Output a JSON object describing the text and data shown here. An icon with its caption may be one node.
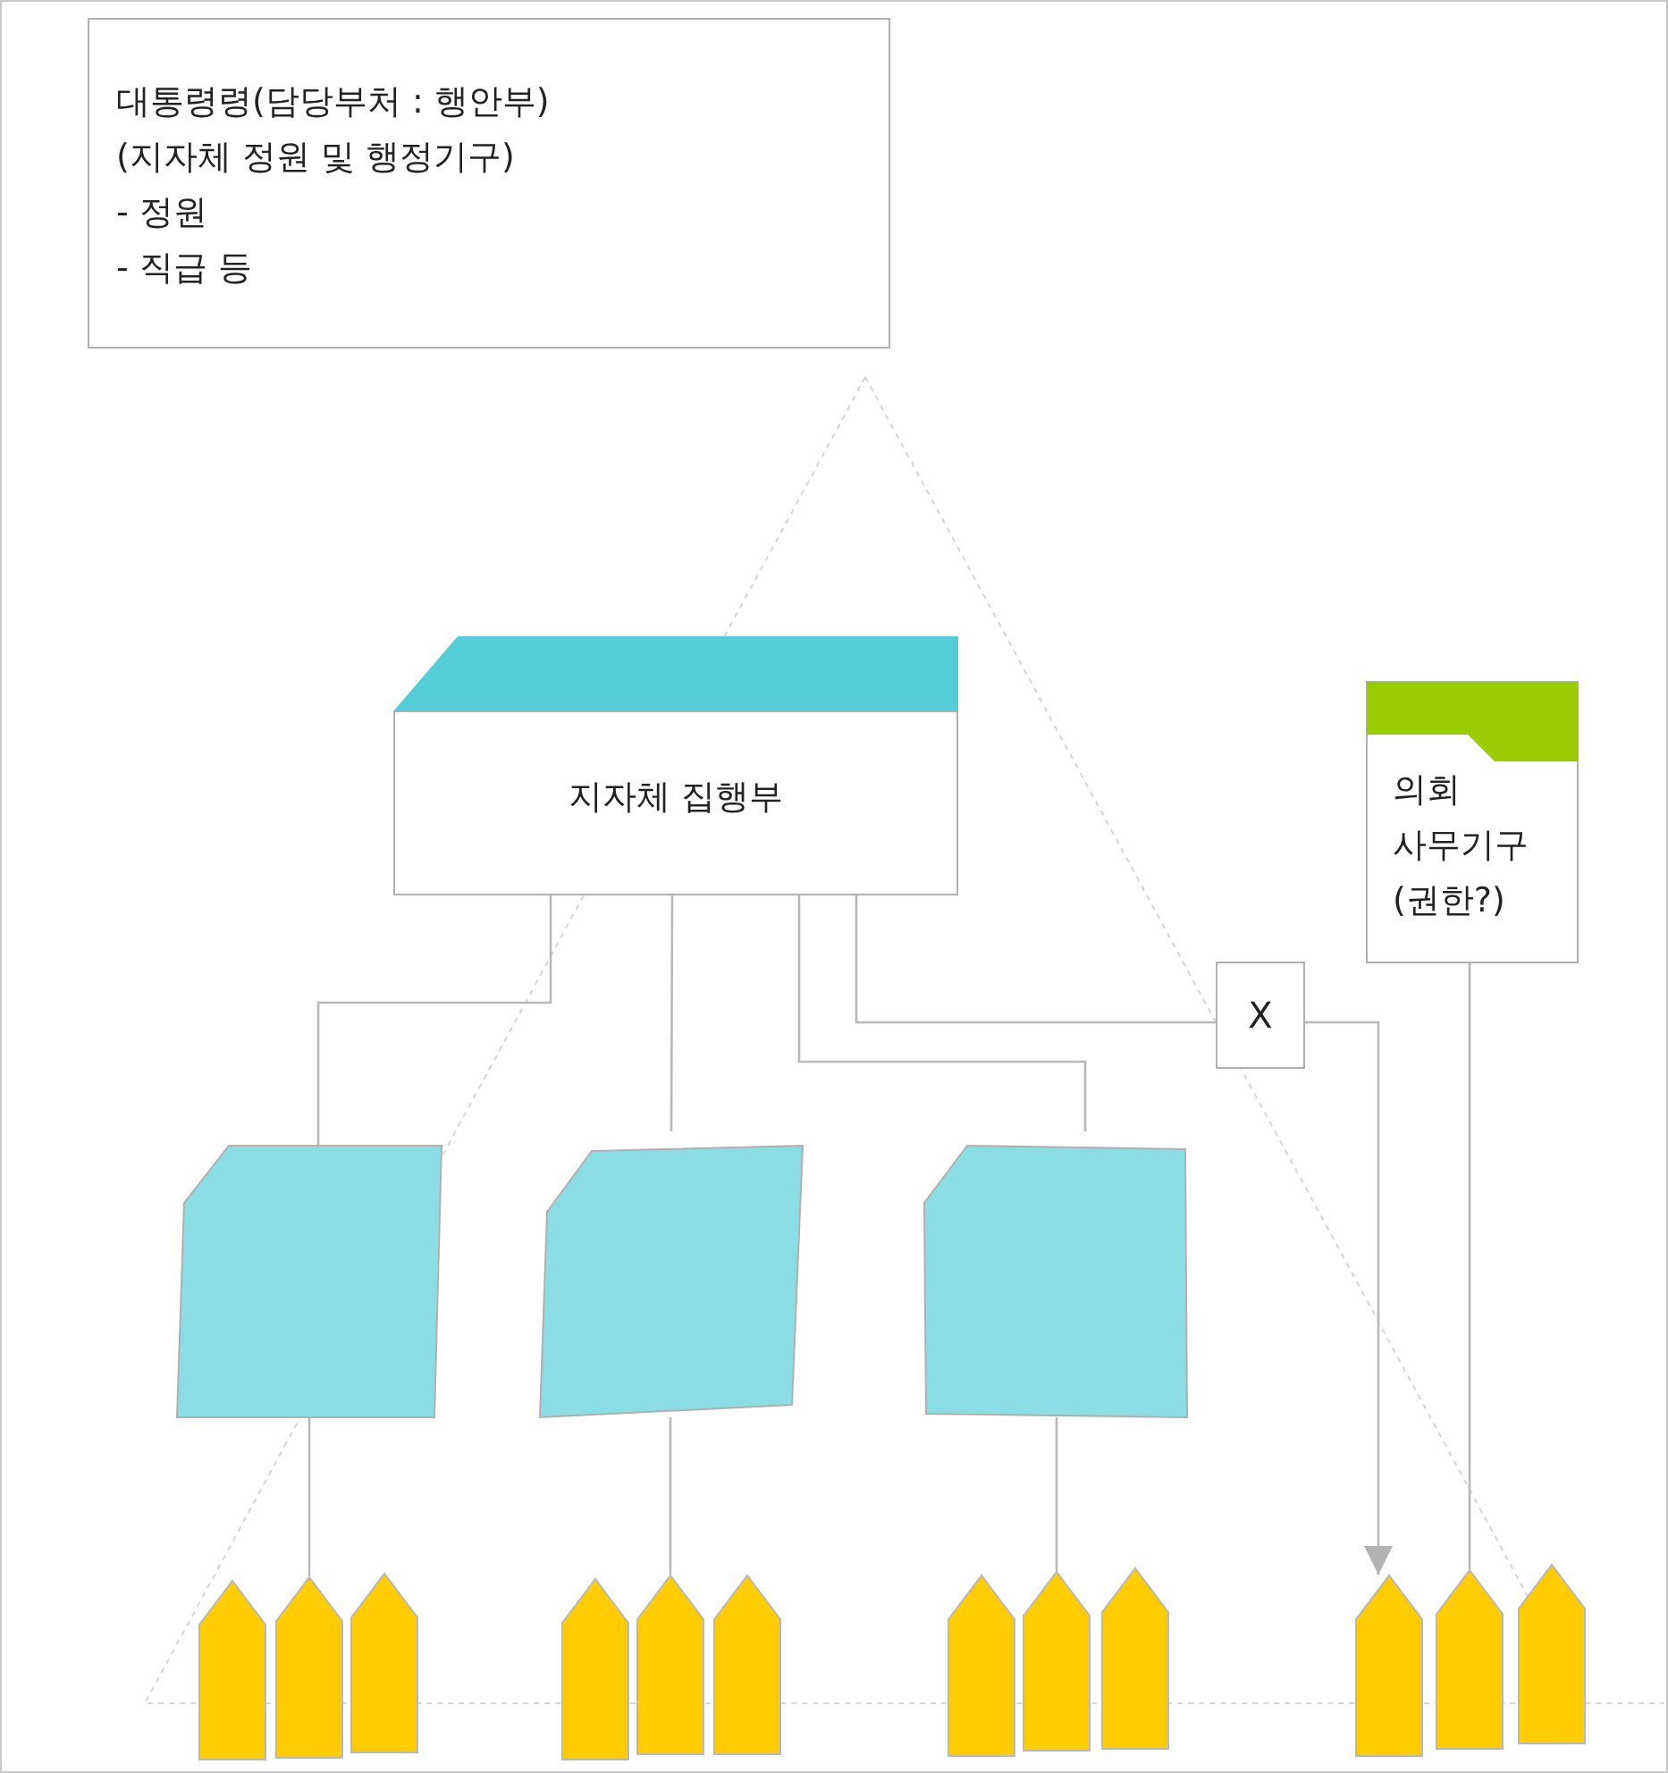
{
  "diagram": {
    "nodes": [
      {
        "text": [
          "대통령령(담당부처 : 행안부)",
          "(지자체 정원 및 행정기구)",
          "- 정원",
          "- 직급 등"
        ]
      },
      {
        "text": [
          "지자체 집행부"
        ]
      },
      {
        "text": [
          "의회 사무기구 (권한?)"
        ]
      },
      {
        "text": [
          "X"
        ]
      },
      {
        "text": [],
        "shape": "box"
      },
      {
        "text": [],
        "shape": "box"
      },
      {
        "text": [],
        "shape": "box"
      },
      {
        "text": [],
        "shape": "pentagon"
      },
      {
        "text": [],
        "shape": "pentagon"
      },
      {
        "text": [],
        "shape": "pentagon"
      },
      {
        "text": [],
        "shape": "pentagon"
      },
      {
        "text": [],
        "shape": "pentagon"
      },
      {
        "text": [],
        "shape": "pentagon"
      },
      {
        "text": [],
        "shape": "pentagon"
      },
      {
        "text": [],
        "shape": "pentagon"
      },
      {
        "text": [],
        "shape": "pentagon"
      },
      {
        "text": [],
        "shape": "pentagon"
      },
      {
        "text": [],
        "shape": "pentagon"
      },
      {
        "text": [],
        "shape": "pentagon"
      }
    ],
    "edges": [
      {
        "from": 1,
        "to": 4,
        "arrow": "none"
      },
      {
        "from": 1,
        "to": 5,
        "arrow": "none"
      },
      {
        "from": 1,
        "to": 6,
        "arrow": "none"
      },
      {
        "from": 1,
        "to": 3,
        "arrow": "none"
      },
      {
        "from": 3,
        "to": 16,
        "arrow": "to"
      },
      {
        "from": 2,
        "to": 17,
        "arrow": "none"
      },
      {
        "from": 4,
        "to": 8,
        "arrow": "none"
      },
      {
        "from": 5,
        "to": 11,
        "arrow": "none"
      },
      {
        "from": 6,
        "to": 14,
        "arrow": "none"
      }
    ]
  }
}
